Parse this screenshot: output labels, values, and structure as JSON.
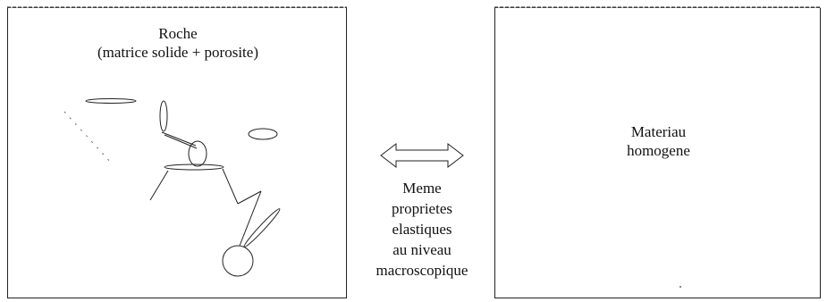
{
  "left_panel": {
    "title": "Roche",
    "subtitle": "(matrice solide + porosite)"
  },
  "right_panel": {
    "line1": "Materiau",
    "line2": "homogene"
  },
  "middle": {
    "lines": [
      "Meme",
      "proprietes",
      "elastiques",
      "au niveau",
      "macroscopique"
    ]
  }
}
